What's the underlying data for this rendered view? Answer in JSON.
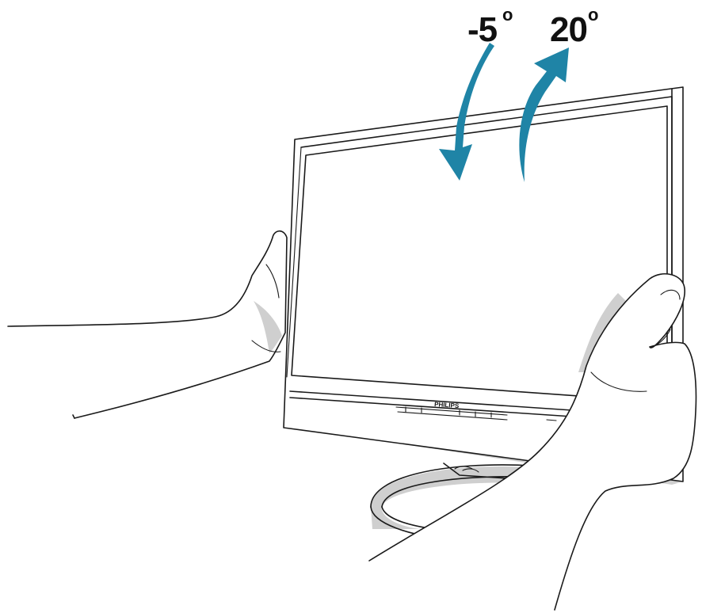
{
  "tilt": {
    "backward_value": "-5",
    "forward_value": "20",
    "degree_symbol": "o",
    "arrow_color": "#1f84a6"
  },
  "monitor": {
    "brand_label": "PHILIPS"
  },
  "icons": [
    "tilt-back-arrow-icon",
    "tilt-forward-arrow-icon"
  ]
}
